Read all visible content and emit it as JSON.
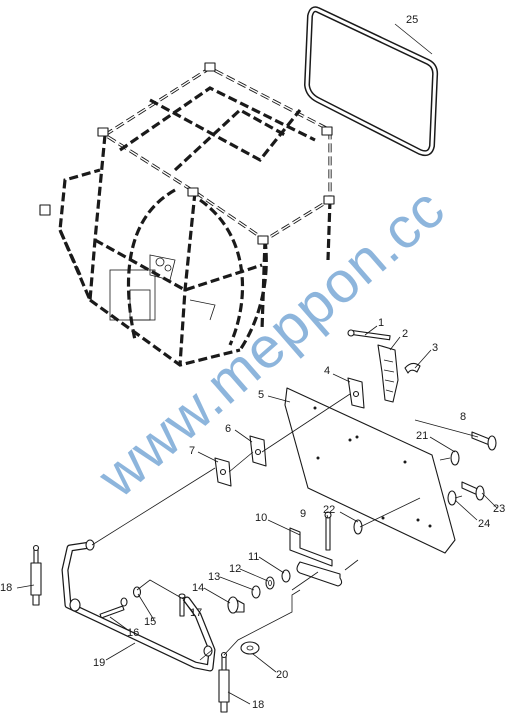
{
  "watermark": "www.meppon.cc",
  "colors": {
    "ink": "#1a1a1a",
    "watermark": "#7aa9d6",
    "background": "#ffffff"
  },
  "callouts": {
    "c1": "1",
    "c2": "2",
    "c3": "3",
    "c4": "4",
    "c5": "5",
    "c6": "6",
    "c7": "7",
    "c8": "8",
    "c9": "9",
    "c10": "10",
    "c11": "11",
    "c12": "12",
    "c13": "13",
    "c14": "14",
    "c15": "15",
    "c16": "16",
    "c17": "17",
    "c18a": "18",
    "c18b": "18",
    "c19": "19",
    "c20": "20",
    "c21": "21",
    "c22": "22",
    "c23": "23",
    "c24": "24",
    "c25": "25"
  }
}
